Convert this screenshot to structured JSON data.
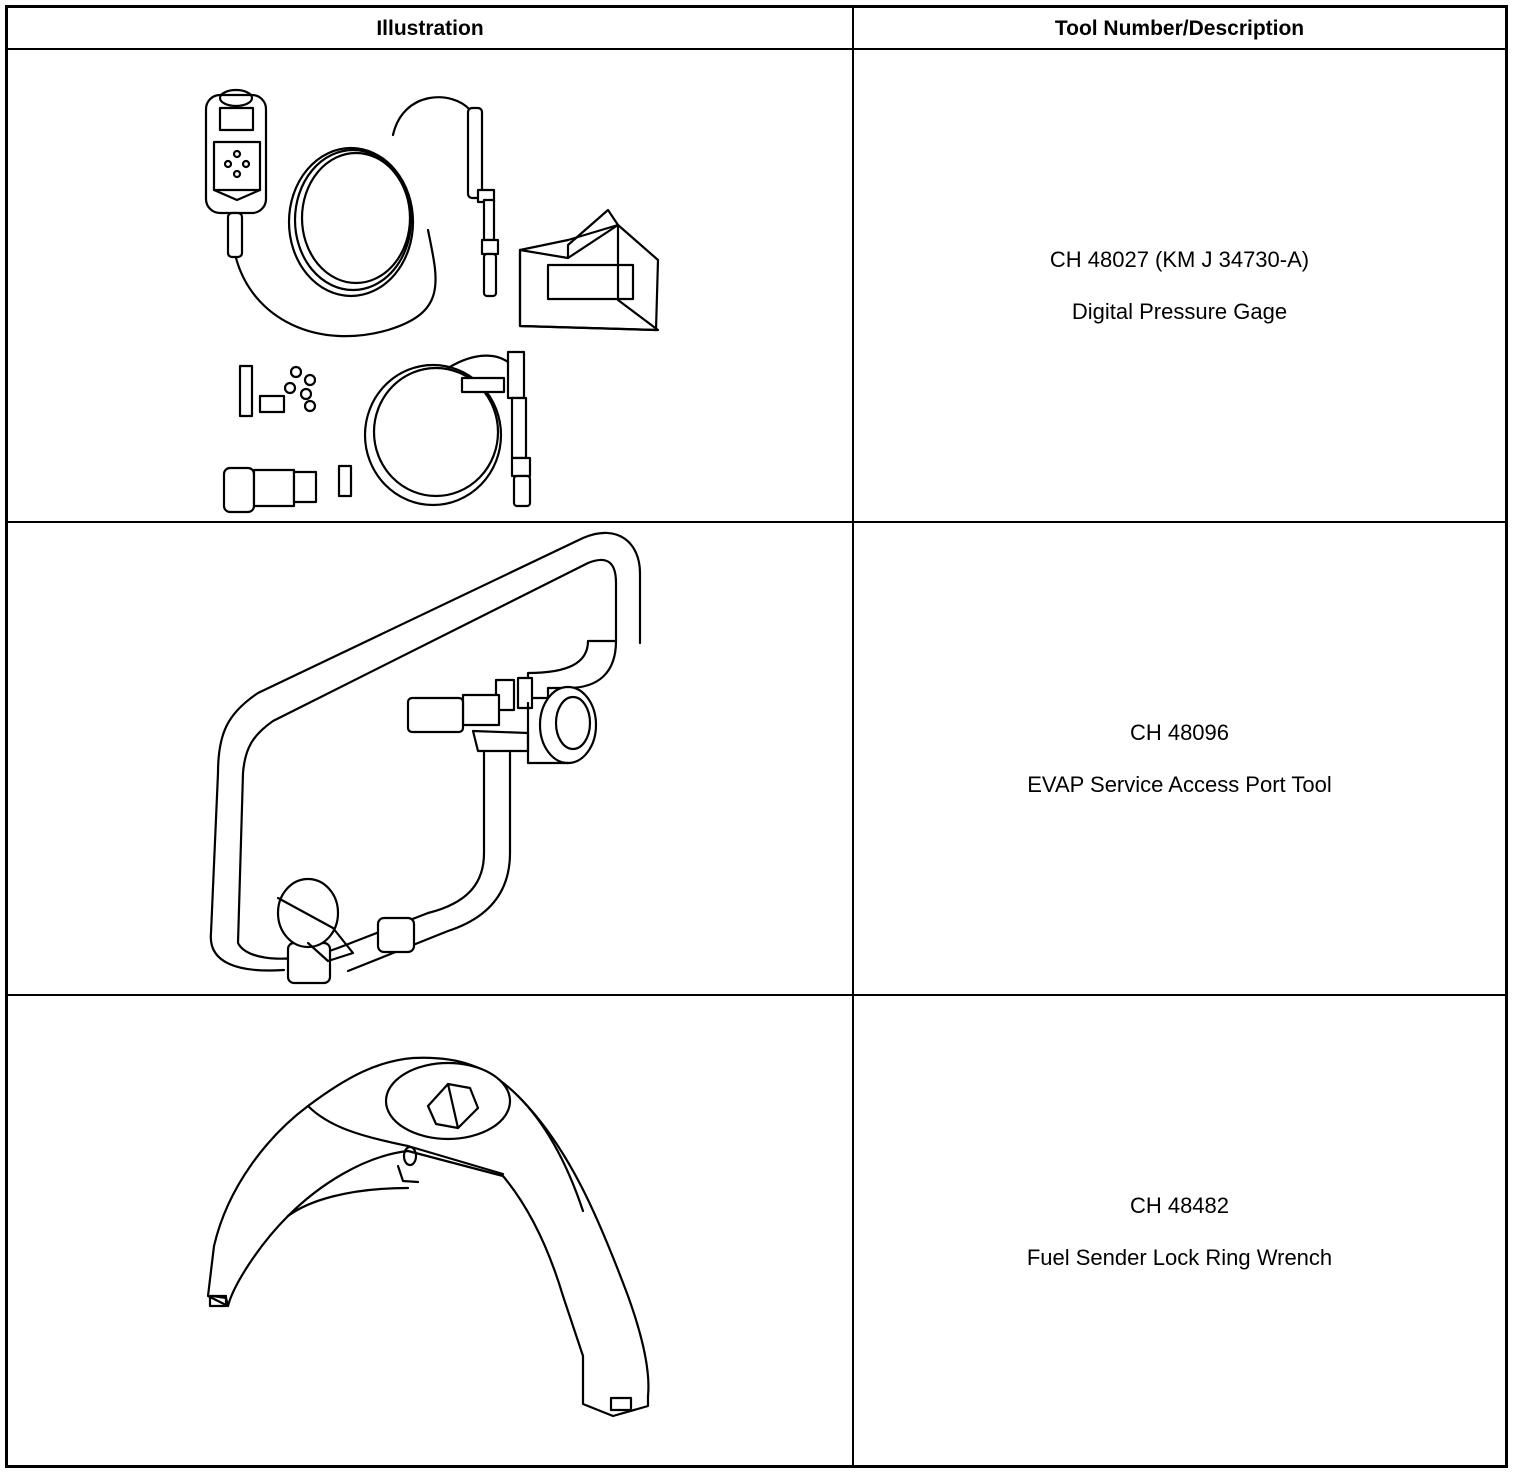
{
  "header": {
    "illustration": "Illustration",
    "description": "Tool Number/Description"
  },
  "tools": [
    {
      "number": "CH 48027 (KM J 34730-A)",
      "name": "Digital Pressure Gage",
      "illustration_icon": "digital-pressure-gage"
    },
    {
      "number": "CH 48096",
      "name": "EVAP Service Access Port Tool",
      "illustration_icon": "evap-service-access-port-tool"
    },
    {
      "number": "CH 48482",
      "name": "Fuel Sender Lock Ring Wrench",
      "illustration_icon": "fuel-sender-lock-ring-wrench"
    }
  ]
}
